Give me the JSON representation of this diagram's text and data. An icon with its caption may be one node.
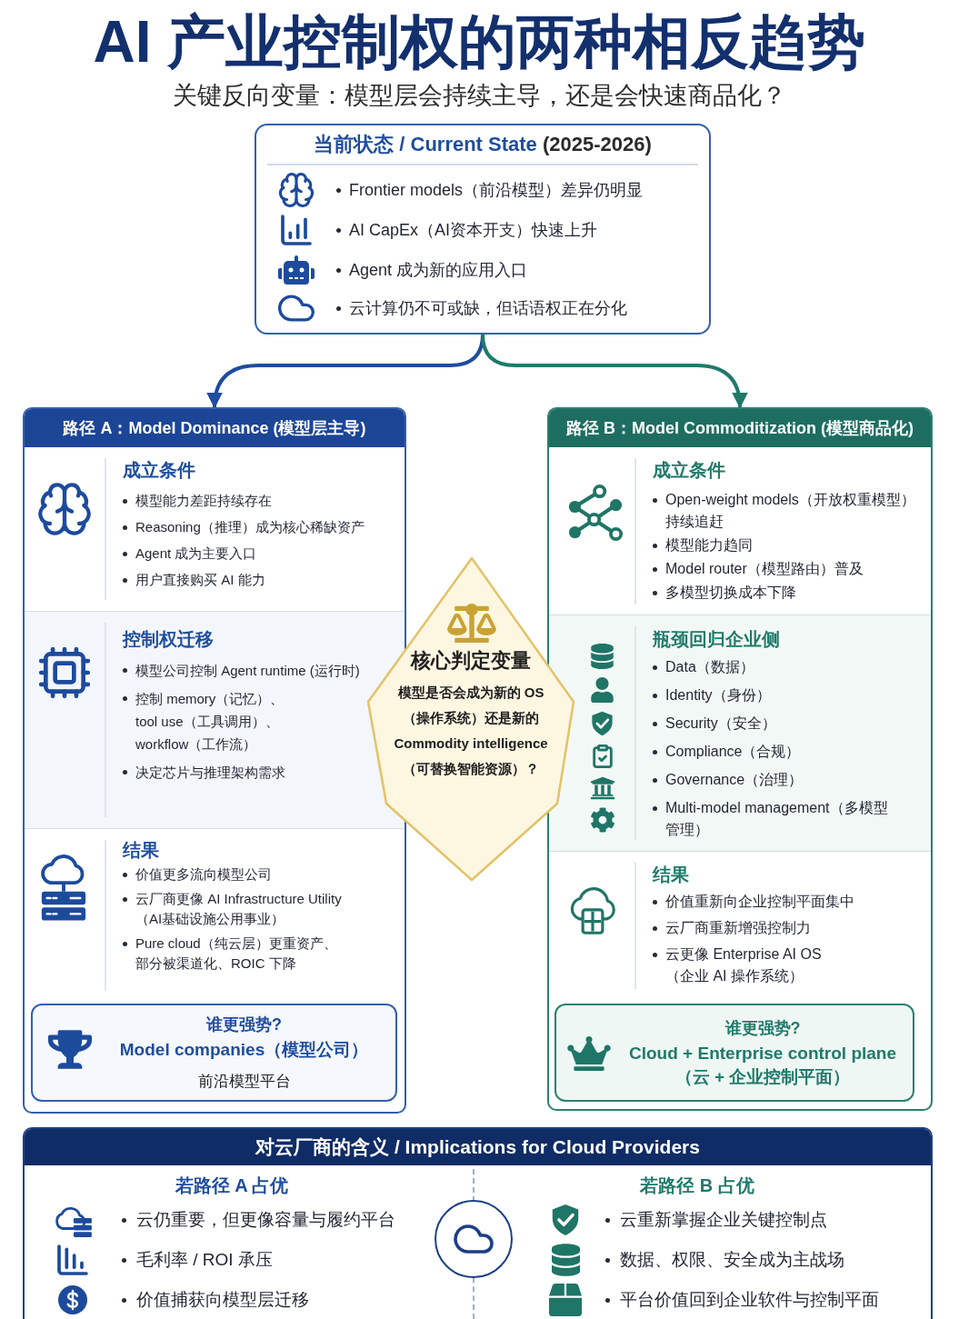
{
  "diagram": {
    "title": "AI 产业控制权的两种相反趋势",
    "nodes": [
      {
        "text": [
          "**当前状态 / Current State** (2025-2026)",
          "Frontier models（前沿模型）差异仍明显",
          "AI CapEx（AI资本开支）快速上升",
          "Agent 成为新的应用入口",
          "云计算仍不可或缺，但话语权正在分化"
        ]
      },
      {
        "text": [
          "路径 A：Model Dominance (模型层主导)"
        ]
      },
      {
        "text": [
          "成立条件",
          "模型能力差距持续存在",
          "Reasoning（推理）成为核心稀缺资产",
          "Agent 成为主要入口",
          "用户直接购买 AI 能力"
        ],
        "in": 1
      },
      {
        "text": [
          "控制权迁移",
          "模型公司控制 Agent runtime (运行时)",
          "控制 memory（记忆）、tool use（工具调用）、workflow（工作流）",
          "决定芯片与推理架构需求"
        ],
        "in": 1
      },
      {
        "text": [
          "结果",
          "价值更多流向模型公司",
          "云厂商更像 AI Infrastructure Utility（AI基础设施公用事业）",
          "Pure cloud（纯云层）更重资产、部分被渠道化、ROIC 下降"
        ],
        "in": 1
      },
      {
        "text": [
          "谁更强势?",
          "Model companies（模型公司）",
          "前沿模型平台"
        ],
        "in": 1
      },
      {
        "text": [
          "路径 B：Model Commoditization (模型商品化)"
        ]
      },
      {
        "text": [
          "成立条件",
          "Open-weight models（开放权重模型）持续追赶",
          "模型能力趋同",
          "Model router（模型路由）普及",
          "多模型切换成本下降"
        ],
        "in": 6
      },
      {
        "text": [
          "瓶颈回归企业侧",
          "Data（数据）",
          "Identity（身份）",
          "Security（安全）",
          "Compliance（合规）",
          "Governance（治理）",
          "Multi-model management（多模型管理）"
        ],
        "in": 6
      },
      {
        "text": [
          "结果",
          "价值重新向企业控制平面集中",
          "云厂商重新增强控制力",
          "云更像 Enterprise AI OS（企业 AI 操作系统）"
        ],
        "in": 6
      },
      {
        "text": [
          "谁更强势?",
          "Cloud + Enterprise control plane（云 + 企业控制平面）"
        ],
        "in": 6
      },
      {
        "text": [
          "核心判定变量",
          "模型是否会成为新的 OS（操作系统）还是新的 Commodity intelligence（可替换智能资源）？"
        ]
      },
      {
        "text": [
          "对云厂商的含义 / Implications for Cloud Providers",
          "若路径 A 占优",
          "云仍重要，但更像容量与履约平台",
          "毛利率 / ROI 承压",
          "价值捕获向模型层迁移",
          "若路径 B 占优",
          "云重新掌握企业关键控制点",
          "数据、权限、安全成为主战场",
          "平台价值回到企业软件与控制平面"
        ]
      }
    ],
    "edges": [
      {
        "from": 0,
        "to": 1,
        "arrow": "to",
        "color": "#1f4d9e"
      },
      {
        "from": 0,
        "to": 6,
        "arrow": "to",
        "color": "#1f7a6a"
      }
    ],
    "labels": [
      "关键反向变量：模型层会持续主导，还是会快速商品化？"
    ]
  }
}
